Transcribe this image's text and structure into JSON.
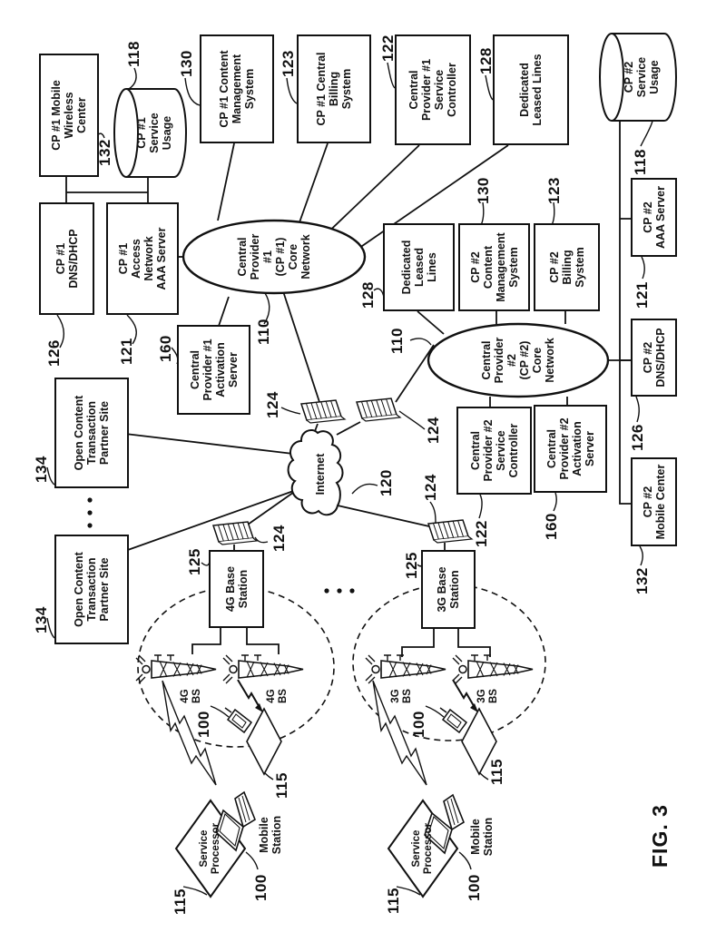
{
  "figure_label": "FIG. 3",
  "colors": {
    "ink": "#111111",
    "paper": "#ffffff"
  },
  "nodes": {
    "mwc1": {
      "label": "CP #1 Mobile\nWireless\nCenter",
      "ref": "132"
    },
    "usage1": {
      "label": "CP #1\nService\nUsage",
      "ref": "118"
    },
    "dns1": {
      "label": "CP #1\nDNS/DHCP",
      "ref": "126"
    },
    "aaa1": {
      "label": "CP #1\nAccess\nNetwork\nAAA Server",
      "ref": "121"
    },
    "cms1": {
      "label": "CP #1 Content\nManagement\nSystem",
      "ref": "130"
    },
    "billing1": {
      "label": "CP #1 Central\nBilling\nSystem",
      "ref": "123"
    },
    "sc1": {
      "label": "Central\nProvider #1\nService\nController",
      "ref": "122"
    },
    "dll1": {
      "label": "Dedicated\nLeased Lines",
      "ref": "128"
    },
    "act1": {
      "label": "Central\nProvider #1\nActivation\nServer",
      "ref": "160"
    },
    "core1": {
      "label": "Central\nProvider\n#1\n(CP #1)\nCore\nNetwork",
      "ref": "110"
    },
    "octps1": {
      "label": "Open Content\nTransaction\nPartner Site",
      "ref": "134"
    },
    "octps2": {
      "label": "Open Content\nTransaction\nPartner Site",
      "ref": "134"
    },
    "internet": {
      "label": "Internet",
      "ref": "120"
    },
    "router": {
      "ref": "124"
    },
    "bs4g": {
      "label": "4G Base\nStation",
      "ref": "125"
    },
    "bs3g": {
      "label": "3G Base\nStation",
      "ref": "125"
    },
    "core2": {
      "label": "Central\nProvider\n#2\n(CP #2)\nCore\nNetwork",
      "ref": "110"
    },
    "dll2": {
      "label": "Dedicated\nLeased\nLines",
      "ref": "128"
    },
    "cms2": {
      "label": "CP #2\nContent\nManagement\nSystem",
      "ref": "130"
    },
    "billing2": {
      "label": "CP #2\nBilling\nSystem",
      "ref": "123"
    },
    "sc2": {
      "label": "Central\nProvider #2\nService\nController",
      "ref": "122"
    },
    "act2": {
      "label": "Central\nProvider #2\nActivation\nServer",
      "ref": "160"
    },
    "usage2": {
      "label": "CP #2\nService\nUsage",
      "ref": "118"
    },
    "aaa2": {
      "label": "CP #2\nAAA Server",
      "ref": "121"
    },
    "dns2": {
      "label": "CP #2\nDNS/DHCP",
      "ref": "126"
    },
    "mc2": {
      "label": "CP #2\nMobile Center",
      "ref": "132"
    },
    "sp4g": {
      "label": "Service\nProcessor",
      "ref": "115"
    },
    "sp3g": {
      "label": "Service\nProcessor",
      "ref": "115"
    },
    "ms4g": {
      "label": "Mobile\nStation",
      "ref": "100"
    },
    "ms3g": {
      "label": "Mobile\nStation",
      "ref": "100"
    },
    "phone4g": {
      "ref": "100"
    },
    "phone3g": {
      "ref": "100"
    },
    "pdiamond4g": {
      "ref": "115"
    },
    "pdiamond3g": {
      "ref": "115"
    }
  },
  "towers": {
    "t4g": "4G\nBS",
    "t3g": "3G\nBS"
  }
}
